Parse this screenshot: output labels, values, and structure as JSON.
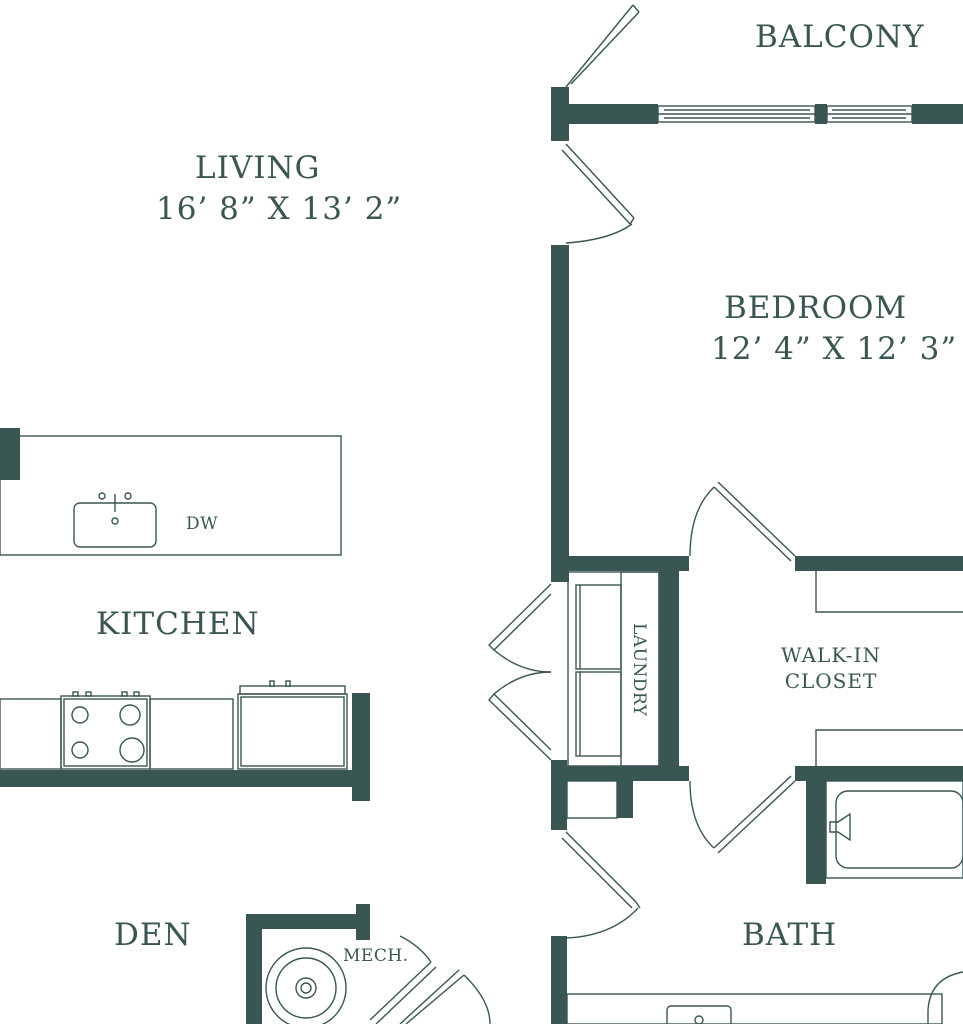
{
  "colors": {
    "wall": "#3a5653",
    "background": "#ffffff"
  },
  "rooms": {
    "balcony": {
      "name": "BALCONY"
    },
    "living": {
      "name": "LIVING",
      "dimensions": "16’ 8” X 13’ 2”"
    },
    "bedroom": {
      "name": "BEDROOM",
      "dimensions": "12’ 4” X 12’ 3”"
    },
    "kitchen": {
      "name": "KITCHEN",
      "dishwasher": "DW"
    },
    "laundry": {
      "name": "LAUNDRY"
    },
    "walk_in_closet": {
      "line1": "WALK-IN",
      "line2": "CLOSET"
    },
    "den": {
      "name": "DEN"
    },
    "mechanical": {
      "name": "MECH."
    },
    "bath": {
      "name": "BATH"
    }
  }
}
